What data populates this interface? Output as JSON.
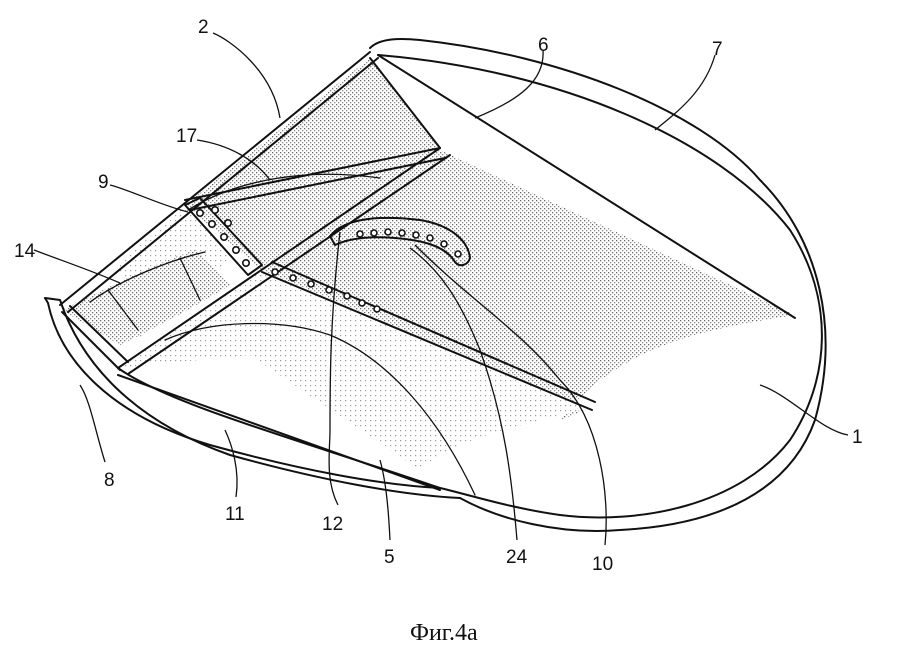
{
  "caption": "Фиг.4а",
  "labels": {
    "l1": "1",
    "l2": "2",
    "l5": "5",
    "l6": "6",
    "l7": "7",
    "l8": "8",
    "l9": "9",
    "l10": "10",
    "l11": "11",
    "l12": "12",
    "l14": "14",
    "l17": "17",
    "l24": "24"
  }
}
